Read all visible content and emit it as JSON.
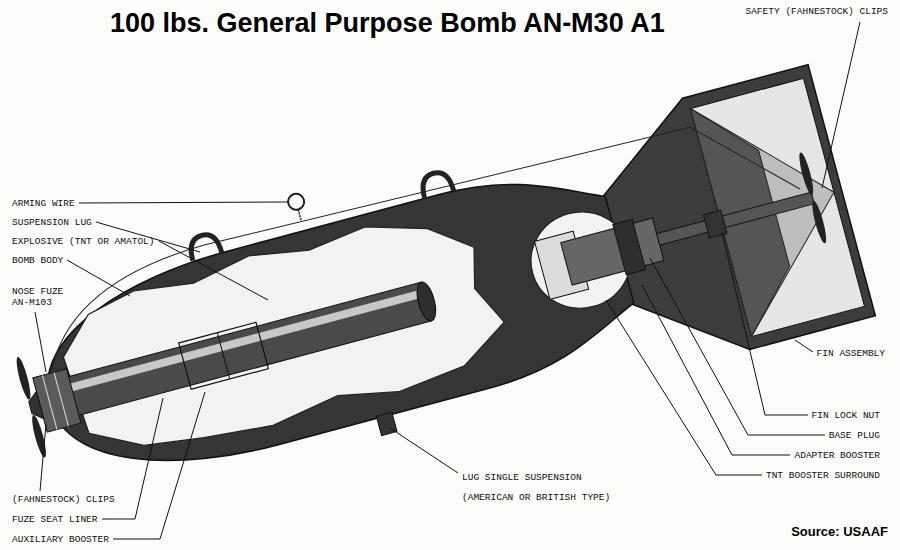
{
  "diagram": {
    "title": "100 lbs. General Purpose Bomb AN-M30 A1",
    "labels": [
      "ARMING WIRE",
      "SUSPENSION LUG",
      "EXPLOSIVE (TNT OR AMATOL)",
      "BOMB BODY",
      "NOSE FUZE AN-M103",
      "(FAHNESTOCK) CLIPS",
      "FUZE SEAT LINER",
      "AUXILIARY BOOSTER",
      "LUG SINGLE SUSPENSION (AMERICAN OR BRITISH TYPE)",
      "SAFETY (FAHNESTOCK) CLIPS",
      "FIN ASSEMBLY",
      "FIN LOCK NUT",
      "BASE PLUG",
      "ADAPTER BOOSTER",
      "TNT BOOSTER SURROUND",
      "Source: USAAF"
    ]
  }
}
